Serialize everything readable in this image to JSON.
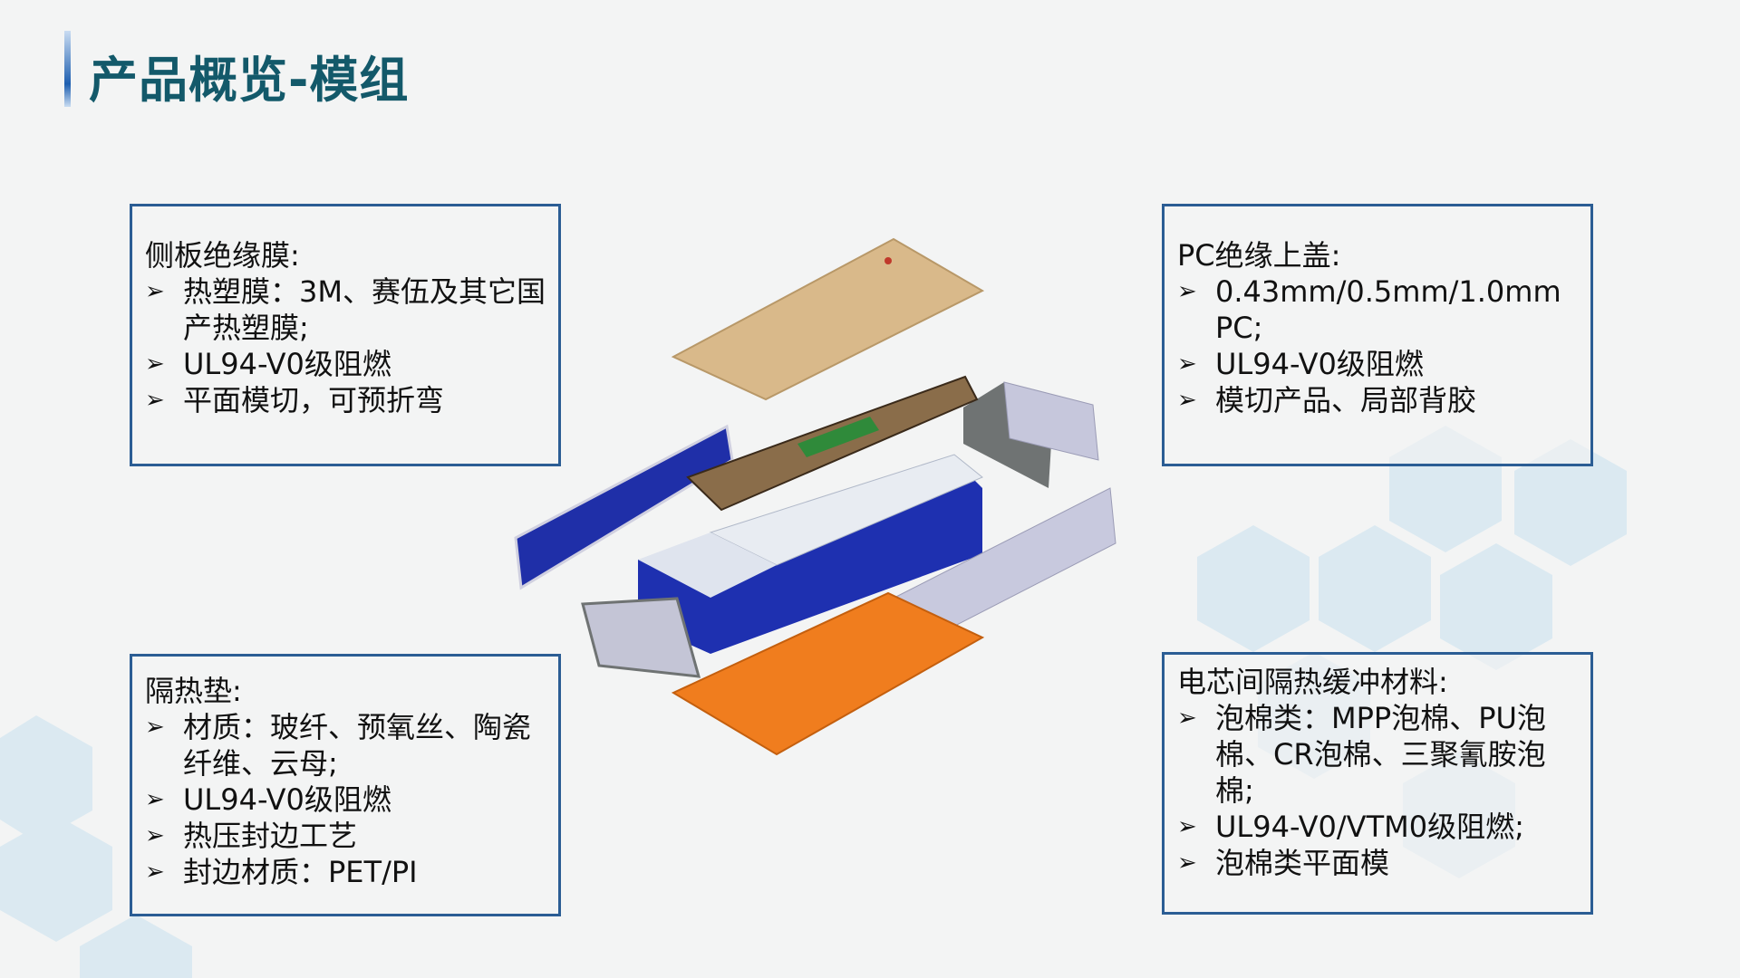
{
  "title": "产品概览-模组",
  "boxes": {
    "side_film": {
      "heading": "侧板绝缘膜:",
      "items": [
        "热塑膜：3M、赛伍及其它国产热塑膜;",
        "UL94-V0级阻燃",
        "平面模切，可预折弯"
      ]
    },
    "pc_cover": {
      "heading": "PC绝缘上盖:",
      "items": [
        "0.43mm/0.5mm/1.0mm PC;",
        "UL94-V0级阻燃",
        "模切产品、局部背胶"
      ]
    },
    "heat_pad": {
      "heading": "隔热垫:",
      "items": [
        "材质：玻纤、预氧丝、陶瓷纤维、云母;",
        "UL94-V0级阻燃",
        "热压封边工艺",
        "封边材质：PET/PI"
      ]
    },
    "cell_buffer": {
      "heading": "电芯间隔热缓冲材料:",
      "items": [
        "泡棉类：MPP泡棉、PU泡棉、CR泡棉、三聚氰胺泡棉;",
        "UL94-V0/VTM0级阻燃;",
        "泡棉类平面模"
      ]
    }
  },
  "bullet": "➢",
  "colors": {
    "title": "#13596a",
    "border": "#2b5d94",
    "hex": "#cfe3ee"
  }
}
